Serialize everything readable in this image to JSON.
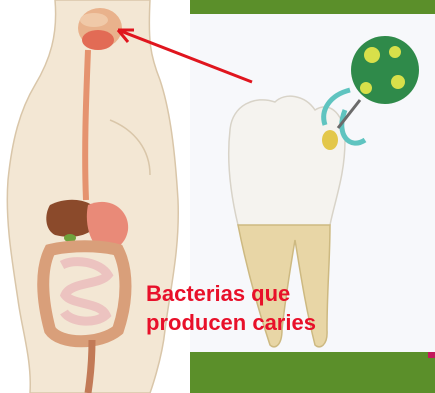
{
  "caption": {
    "line1": "Bacterias que",
    "line2": "producen caries"
  },
  "colors": {
    "accent_green": "#5b8f2a",
    "caption_red": "#e8102a",
    "arrow_red": "#e0151e"
  },
  "figures": {
    "left": "human-digestive-system-illustration",
    "right": "tooth-with-bacteria-illustration"
  }
}
